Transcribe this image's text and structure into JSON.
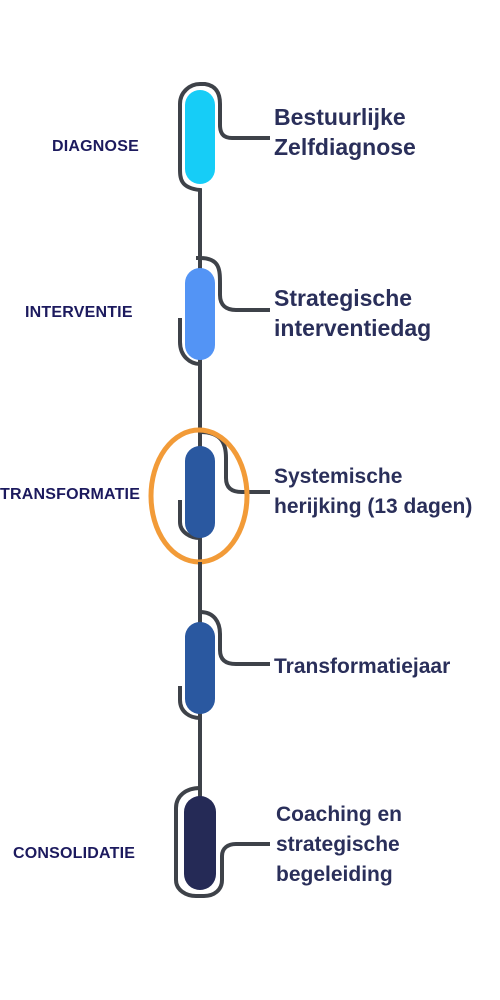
{
  "steps": [
    {
      "phase": "DIAGNOSE",
      "line1": "Bestuurlijke",
      "line2": "Zelfdiagnose",
      "line3": "",
      "color": "#16cdf7"
    },
    {
      "phase": "INTERVENTIE",
      "line1": "Strategische",
      "line2": "interventiedag",
      "line3": "",
      "color": "#5394f5"
    },
    {
      "phase": "TRANSFORMATIE",
      "line1": "Systemische",
      "line2": "herijking  (13 dagen)",
      "line3": "",
      "color": "#2a58a0",
      "highlighted": true
    },
    {
      "phase": "",
      "line1": "Transformatiejaar",
      "line2": "",
      "line3": "",
      "color": "#2a58a0"
    },
    {
      "phase": "CONSOLIDATIE",
      "line1": "Coaching en",
      "line2": "strategische",
      "line3": "begeleiding",
      "color": "#252a56"
    }
  ],
  "colors": {
    "connector": "#3e4249",
    "highlight": "#f29b38",
    "phase_text": "#1c1a5e",
    "step_text": "#2a2f5a"
  }
}
